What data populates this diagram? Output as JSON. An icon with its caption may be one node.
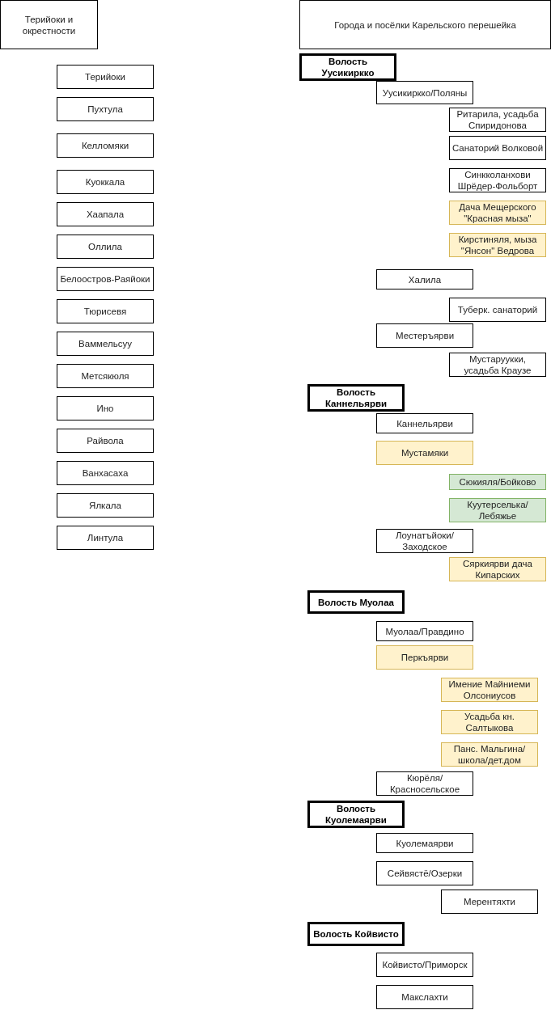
{
  "diagram": {
    "nodes": [
      {
        "text": [
          "Терийоки и окрестности"
        ]
      },
      {
        "text": [
          "Города и посёлки Карельского перешейка"
        ]
      },
      {
        "text": [
          "Терийоки"
        ]
      },
      {
        "text": [
          "Пухтула"
        ]
      },
      {
        "text": [
          "Келломяки"
        ]
      },
      {
        "text": [
          "Куоккала"
        ]
      },
      {
        "text": [
          "Хаапала"
        ]
      },
      {
        "text": [
          "Оллила"
        ]
      },
      {
        "text": [
          "Белоостров-Раяйоки"
        ]
      },
      {
        "text": [
          "Тюрисевя"
        ]
      },
      {
        "text": [
          "Ваммельсуу"
        ]
      },
      {
        "text": [
          "Метсякюля"
        ]
      },
      {
        "text": [
          "Ино"
        ]
      },
      {
        "text": [
          "Райвола"
        ]
      },
      {
        "text": [
          "Ванхасаха"
        ]
      },
      {
        "text": [
          "Ялкала"
        ]
      },
      {
        "text": [
          "Линтула"
        ]
      },
      {
        "text": [
          "Волость Уусикиркко"
        ]
      },
      {
        "text": [
          "Уусикиркко/Поляны"
        ]
      },
      {
        "text": [
          "Ритарила, усадьба Спиридонова"
        ]
      },
      {
        "text": [
          "Санаторий Волковой"
        ]
      },
      {
        "text": [
          "Синкколанхови Шрёдер-Фольборт"
        ]
      },
      {
        "text": [
          "Дача Мещерского \"Красная мыза\""
        ]
      },
      {
        "text": [
          "Кирстиняля, мыза \"Янсон\" Ведрова"
        ]
      },
      {
        "text": [
          "Халила"
        ]
      },
      {
        "text": [
          "Туберк. санаторий"
        ]
      },
      {
        "text": [
          "Местеръярви"
        ]
      },
      {
        "text": [
          "Мустаруукки, усадьба Краузе"
        ]
      },
      {
        "text": [
          "Волость Каннельярви"
        ]
      },
      {
        "text": [
          "Каннельярви"
        ]
      },
      {
        "text": [
          "Мустамяки"
        ]
      },
      {
        "text": [
          "Сюкияля/Бойково"
        ]
      },
      {
        "text": [
          "Куутерселька/ Лебяжье"
        ]
      },
      {
        "text": [
          "Лоунатъйоки/ Заходское"
        ]
      },
      {
        "text": [
          "Сяркиярви дача Кипарских"
        ]
      },
      {
        "text": [
          "Волость Муолаа"
        ]
      },
      {
        "text": [
          "Муолаа/Правдино"
        ]
      },
      {
        "text": [
          "Перкъярви"
        ]
      },
      {
        "text": [
          "Имение Майниеми Олсониусов"
        ]
      },
      {
        "text": [
          "Усадьба кн. Салтыкова"
        ]
      },
      {
        "text": [
          "Панс. Мальгина/ школа/дет.дом"
        ]
      },
      {
        "text": [
          "Кюрёля/ Красносельское"
        ]
      },
      {
        "text": [
          "Волость Куолемаярви"
        ]
      },
      {
        "text": [
          "Куолемаярви"
        ]
      },
      {
        "text": [
          "Сейвястё/Озерки"
        ]
      },
      {
        "text": [
          "Мерентяхти"
        ]
      },
      {
        "text": [
          "Волость Койвисто"
        ]
      },
      {
        "text": [
          "Койвисто/Приморск"
        ]
      },
      {
        "text": [
          "Макслахти"
        ]
      }
    ]
  }
}
